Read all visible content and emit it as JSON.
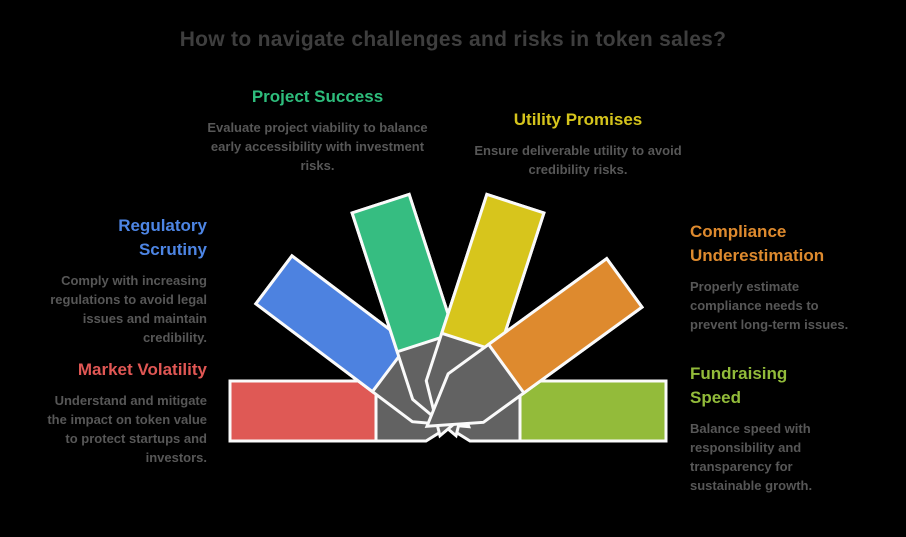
{
  "title": "How to navigate challenges and risks in token sales?",
  "title_color": "#3e3e3e",
  "background": "#000000",
  "body_text_color": "#575757",
  "sections": {
    "project_success": {
      "heading": "Project Success",
      "color": "#2ebd7c",
      "description": "Evaluate project viability to balance early accessibility with investment risks."
    },
    "utility_promises": {
      "heading": "Utility Promises",
      "color": "#d5c41c",
      "description": "Ensure deliverable utility to avoid credibility risks."
    },
    "regulatory_scrutiny": {
      "heading": "Regulatory Scrutiny",
      "color": "#4d85e4",
      "description": "Comply with increasing regulations to avoid legal issues and maintain credibility."
    },
    "compliance_underestimation": {
      "heading": "Compliance Underestimation",
      "color": "#de8a2e",
      "description": "Properly estimate compliance needs to prevent long-term issues."
    },
    "market_volatility": {
      "heading": "Market Volatility",
      "color": "#e05754",
      "description": "Understand and mitigate the impact on token value to protect startups and investors."
    },
    "fundraising_speed": {
      "heading": "Fundraising Speed",
      "color": "#92bb3a",
      "description": "Balance speed with responsibility and transparency for sustainable growth."
    }
  },
  "fan": {
    "handle_color": "#626262",
    "outline_color": "#fafafa",
    "blades": {
      "market_volatility": "#df5955",
      "regulatory_scrutiny": "#4d82e0",
      "project_success": "#36bd81",
      "utility_promises": "#d7c51c",
      "compliance_underestimation": "#de8a2e",
      "fundraising_speed": "#93bb3a"
    }
  }
}
